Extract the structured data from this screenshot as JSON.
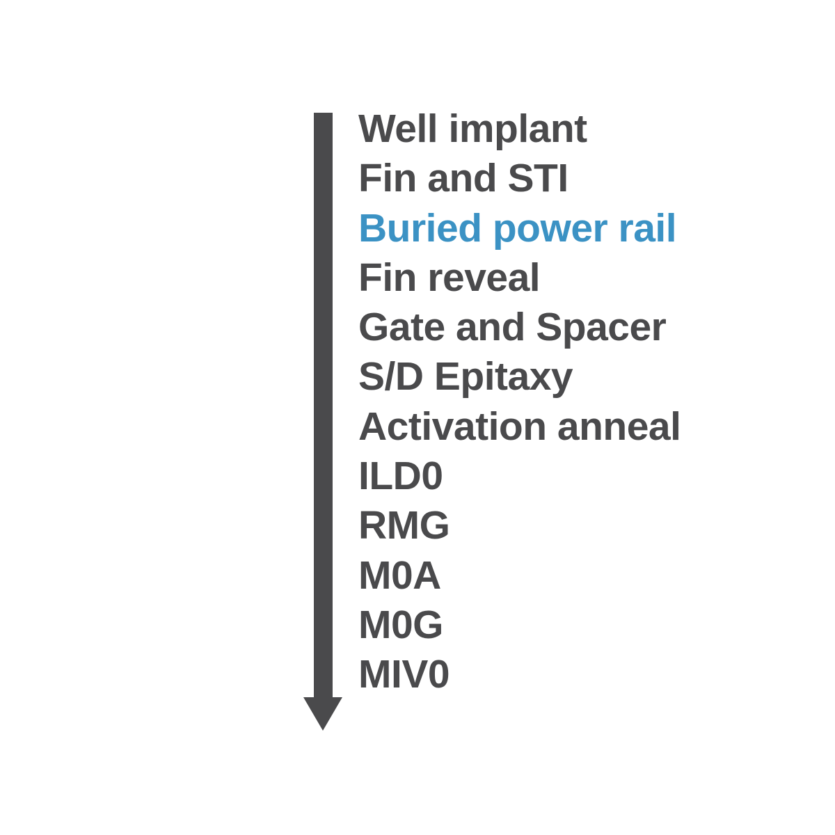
{
  "colors": {
    "background": "#ffffff",
    "text": "#4a4a4c",
    "arrow": "#4a4a4c",
    "highlight": "#3b92c4"
  },
  "process_flow": {
    "steps": [
      {
        "label": "Well implant",
        "highlighted": false
      },
      {
        "label": "Fin and STI",
        "highlighted": false
      },
      {
        "label": "Buried power rail",
        "highlighted": true
      },
      {
        "label": "Fin reveal",
        "highlighted": false
      },
      {
        "label": "Gate and Spacer",
        "highlighted": false
      },
      {
        "label": "S/D Epitaxy",
        "highlighted": false
      },
      {
        "label": "Activation anneal",
        "highlighted": false
      },
      {
        "label": "ILD0",
        "highlighted": false
      },
      {
        "label": "RMG",
        "highlighted": false
      },
      {
        "label": "M0A",
        "highlighted": false
      },
      {
        "label": "M0G",
        "highlighted": false
      },
      {
        "label": "MIV0",
        "highlighted": false
      }
    ]
  }
}
